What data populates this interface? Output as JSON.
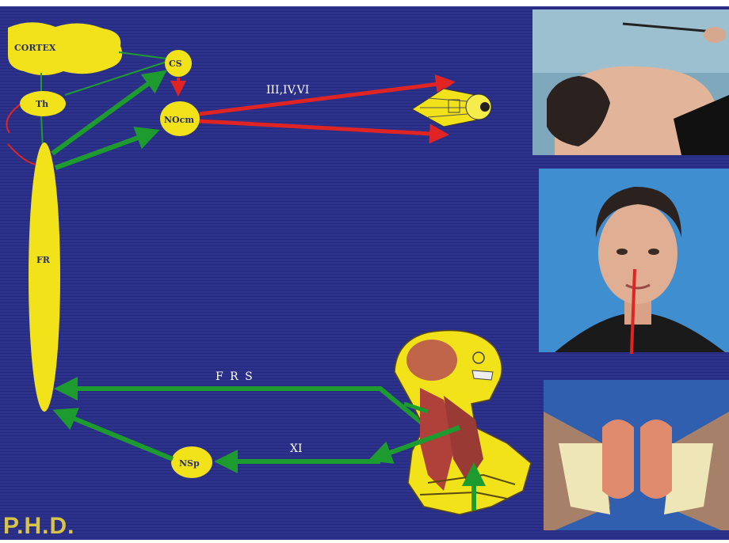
{
  "labels": {
    "cortex": "CORTEX",
    "th": "Th",
    "cs": "CS",
    "nocm": "NOcm",
    "fr": "FR",
    "nsp": "NSp",
    "cranial_nerves": "III,IV,VI",
    "frs": "F R S",
    "xi": "XI",
    "footer": "P.H.D."
  },
  "colors": {
    "background": "#2b2f8a",
    "node_fill": "#f2e21a",
    "green_arrow": "#1e9b2f",
    "red_arrow": "#e02424",
    "label_text": "#ffffff"
  },
  "icons": {
    "eye": "eyeball-icon",
    "skull": "skull-neck-muscles-icon"
  },
  "photos": [
    "photo-head-tilted-back-pointer",
    "photo-face-front-midline",
    "photo-hands-palms-up"
  ]
}
